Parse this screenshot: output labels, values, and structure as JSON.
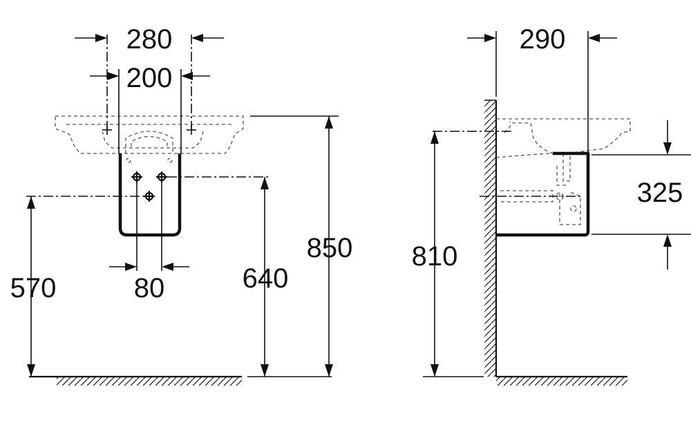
{
  "colors": {
    "line": "#111111",
    "hidden_line": "#555555",
    "background": "#ffffff"
  },
  "front_view": {
    "dimensions": {
      "width_outer": "280",
      "width_inner": "200",
      "pipe_spacing": "80",
      "height_total": "850",
      "height_inlet": "640",
      "height_outlet": "570"
    }
  },
  "side_view": {
    "dimensions": {
      "depth": "290",
      "pedestal_height": "325",
      "height_outlet": "810"
    }
  }
}
